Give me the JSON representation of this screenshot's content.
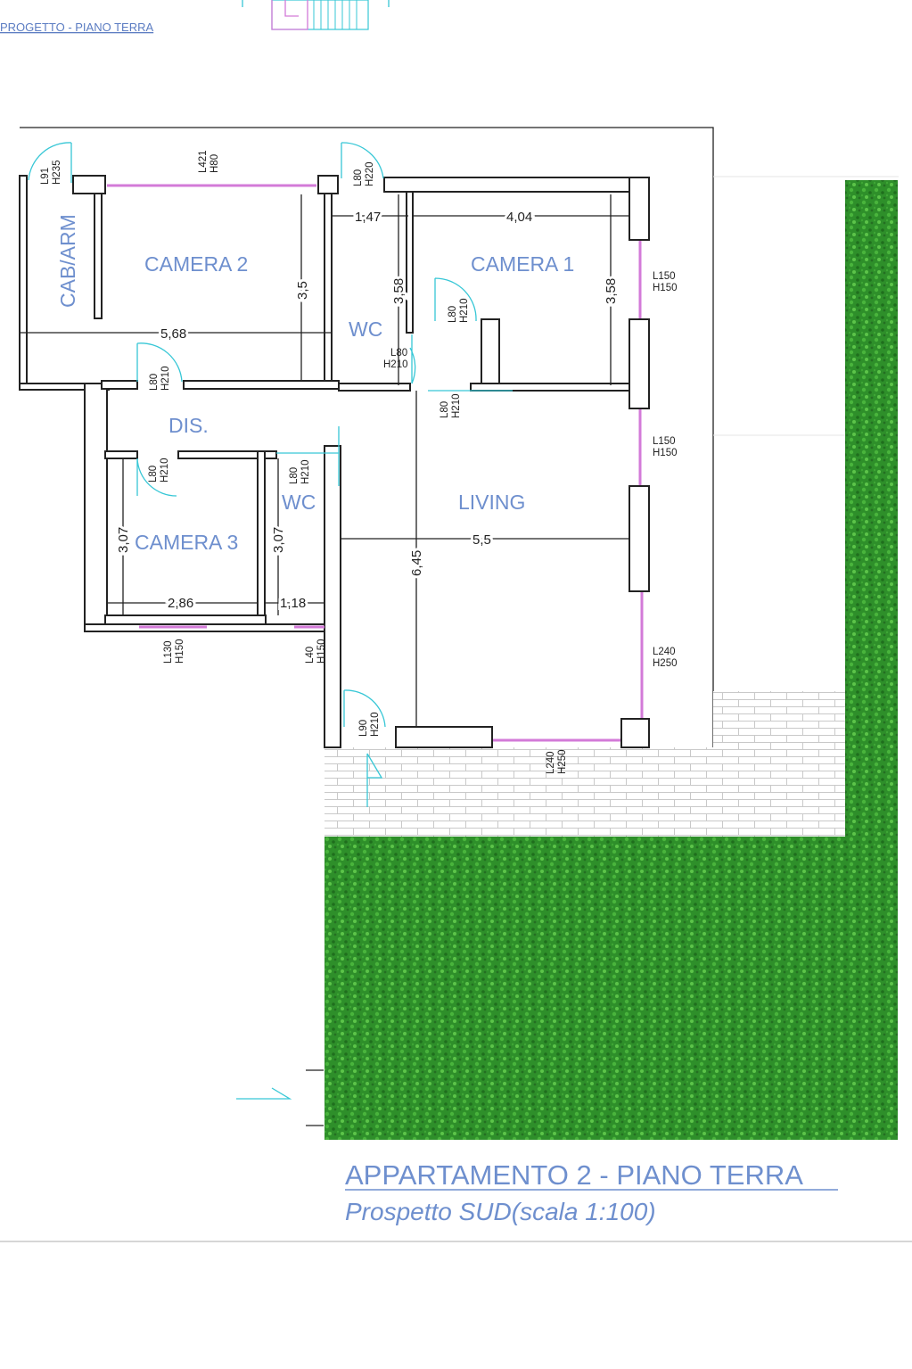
{
  "header": {
    "link_text": "PROGETTO - PIANO TERRA"
  },
  "rooms": {
    "cab_arm": "CAB/ARM",
    "camera2": "CAMERA 2",
    "camera1": "CAMERA 1",
    "wc1": "WC",
    "dis": "DIS.",
    "wc2": "WC",
    "living": "LIVING",
    "camera3": "CAMERA 3"
  },
  "dimensions": {
    "d_568": "5,68",
    "d_35": "3,5",
    "d_147": "1,47",
    "d_404": "4,04",
    "d_358_wc": "3,58",
    "d_358_cam1": "3,58",
    "d_645": "6,45",
    "d_55": "5,5",
    "d_307_cam3": "3,07",
    "d_307_wc": "3,07",
    "d_286": "2,86",
    "d_118": "1,18"
  },
  "openings": {
    "o1": [
      "L91",
      "H235"
    ],
    "o2": [
      "L421",
      "H80"
    ],
    "o3": [
      "L80",
      "H220"
    ],
    "o4": [
      "L150",
      "H150"
    ],
    "o5": [
      "L80",
      "H210"
    ],
    "o6": [
      "L80",
      "H210"
    ],
    "o7": [
      "L80",
      "H210"
    ],
    "o8": [
      "L80",
      "H210"
    ],
    "o9": [
      "L150",
      "H150"
    ],
    "o10": [
      "L80",
      "H210"
    ],
    "o11": [
      "L80",
      "H210"
    ],
    "o12": [
      "L130",
      "H150"
    ],
    "o13": [
      "L40",
      "H150"
    ],
    "o14": [
      "L240",
      "H250"
    ],
    "o15": [
      "L90",
      "H210"
    ],
    "o16": [
      "L240",
      "H250"
    ]
  },
  "title": {
    "main": "APPARTAMENTO 2 - PIANO TERRA",
    "sub": "Prospetto SUD(scala 1:100)"
  },
  "colors": {
    "room_label": "#6e8fce",
    "window": "#d37ad8",
    "door": "#37c7d6",
    "grass": "#2f9a2b",
    "paving": "#c8c8c8"
  }
}
